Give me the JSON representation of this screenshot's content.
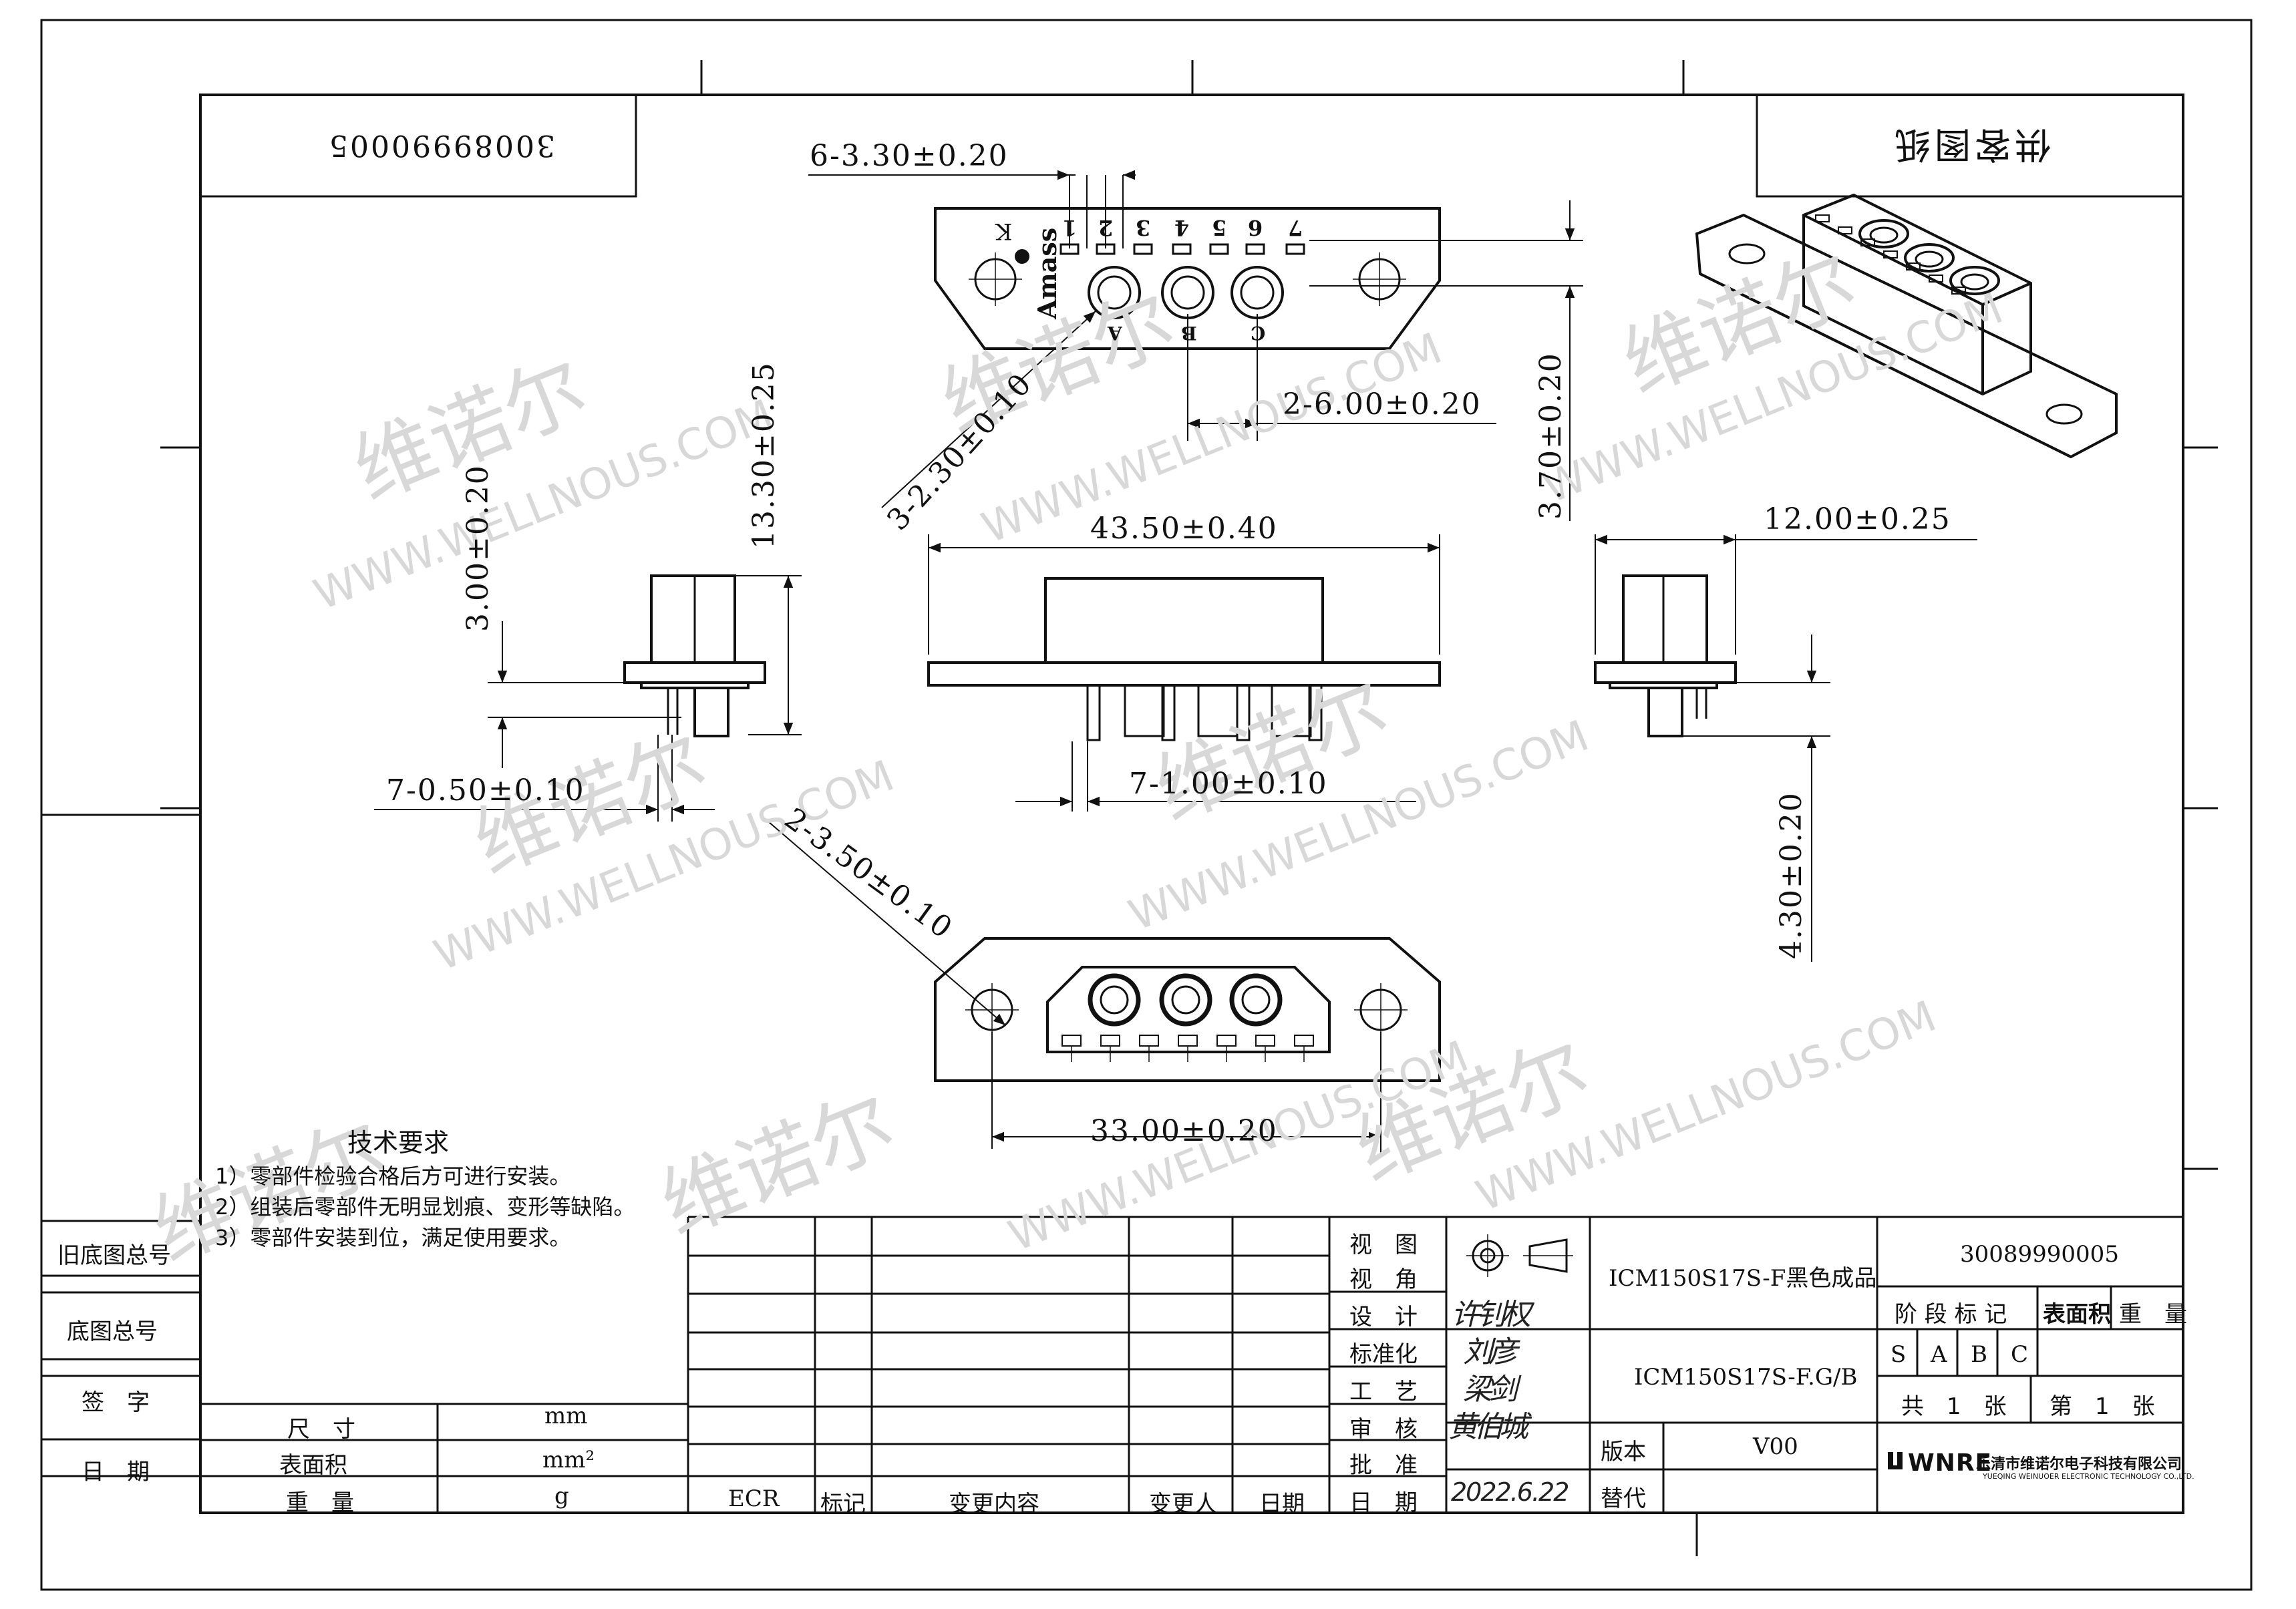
{
  "header": {
    "part_no_mirrored": "30089990005",
    "stamp_mirrored": "供客图纸"
  },
  "watermark": {
    "cn": "维诺尔",
    "en": "WWW.WELLNOUS.COM"
  },
  "front_view": {
    "pin_numbers": [
      "1",
      "2",
      "3",
      "4",
      "5",
      "6",
      "7"
    ],
    "cavity_labels": [
      "A",
      "B",
      "C"
    ],
    "logo_text": "Amass",
    "corner_mark": "K"
  },
  "dimensions": {
    "d_6_330": "6-3.30±0.20",
    "d_3_230": "3-2.30±0.10",
    "d_2_600": "2-6.00±0.20",
    "d_370": "3.70±0.20",
    "d_1330": "13.30±0.25",
    "d_300": "3.00±0.20",
    "d_4350": "43.50±0.40",
    "d_1200": "12.00±0.25",
    "d_7_050": "7-0.50±0.10",
    "d_7_100": "7-1.00±0.10",
    "d_430": "4.30±0.20",
    "d_2_350": "2-3.50±0.10",
    "d_3300": "33.00±0.20"
  },
  "tech_requirements": {
    "title": "技术要求",
    "items": [
      "1）零部件检验合格后方可进行安装。",
      "2）组装后零部件无明显划痕、变形等缺陷。",
      "3）零部件安装到位，满足使用要求。"
    ]
  },
  "left_column": {
    "old_drawing_no": "旧底图总号",
    "drawing_no": "底图总号",
    "signature": "签　字",
    "date": "日　期"
  },
  "units_table": {
    "size_label": "尺　寸",
    "size_value": "mm",
    "area_label": "表面积",
    "area_value": "mm²",
    "weight_label": "重　量",
    "weight_value": "g"
  },
  "revision_table": {
    "headers": [
      "ECR",
      "标记",
      "变更内容",
      "变更人",
      "日期"
    ]
  },
  "approval": {
    "labels": [
      "视　图",
      "视　角",
      "设　计",
      "标准化",
      "工　艺",
      "审　核",
      "批　准",
      "日　期"
    ],
    "signatures": [
      "许钊权",
      "刘彦",
      "梁剑",
      "黄伯城",
      "2022.6.22"
    ]
  },
  "title_block": {
    "product_name": "ICM150S17S-F黑色成品",
    "drawing_name": "ICM150S17S-F.G/B",
    "version_label": "版本",
    "version_value": "V00",
    "replace_label": "替代",
    "part_number": "30089990005",
    "stage_label": "阶 段 标 记",
    "surface_label": "表面积",
    "weight_label": "重　量",
    "stages": [
      "S",
      "A",
      "B",
      "C"
    ],
    "total_sheets": "共　1　张",
    "sheet_no": "第　1　张",
    "company_logo": "WNRE",
    "company_cn": "乐清市维诺尔电子科技有限公司",
    "company_en": "YUEQING WEINUOER ELECTRONIC TECHNOLOGY CO.,LTD."
  }
}
